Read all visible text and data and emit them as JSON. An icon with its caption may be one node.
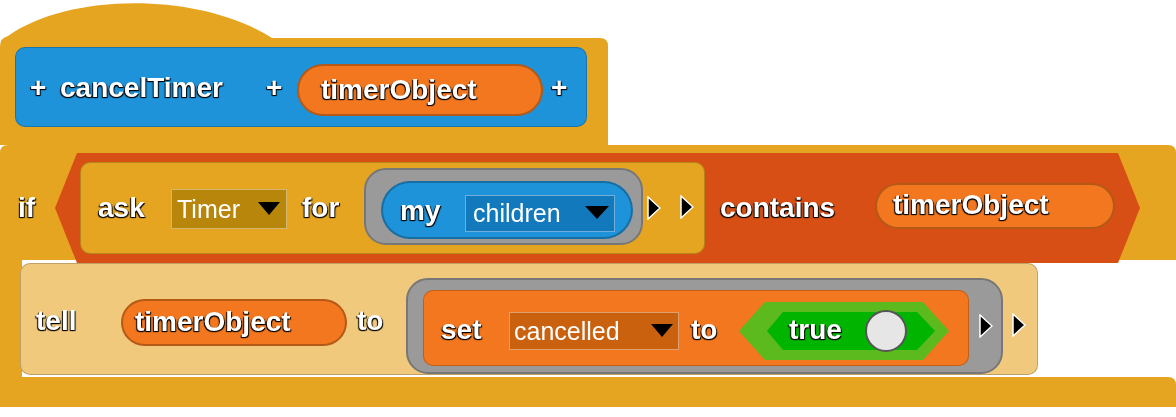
{
  "diagram": {
    "nodes": [
      {
        "text": [],
        "shape": "box"
      },
      {
        "text": [
          "+",
          "cancelTimer",
          "+",
          "+"
        ],
        "in": 0
      },
      {
        "text": [
          "timerObject"
        ],
        "in": 1
      },
      {
        "text": [
          "if"
        ]
      },
      {
        "text": [
          "contains"
        ],
        "in": 3
      },
      {
        "text": [
          "ask",
          "for"
        ],
        "in": 4
      },
      {
        "text": [
          "Timer"
        ],
        "in": 5
      },
      {
        "text": [],
        "shape": "box",
        "in": 5
      },
      {
        "text": [
          "my"
        ],
        "in": 7
      },
      {
        "text": [
          "children"
        ],
        "in": 8
      },
      {
        "text": [
          "timerObject"
        ],
        "in": 4
      },
      {
        "text": [
          "tell",
          "to"
        ],
        "in": 3
      },
      {
        "text": [
          "timerObject"
        ],
        "in": 11
      },
      {
        "text": [],
        "shape": "box",
        "in": 11
      },
      {
        "text": [
          "set",
          "to"
        ],
        "in": 13
      },
      {
        "text": [
          "cancelled"
        ],
        "in": 14
      },
      {
        "text": [
          "true"
        ],
        "in": 14
      }
    ]
  }
}
